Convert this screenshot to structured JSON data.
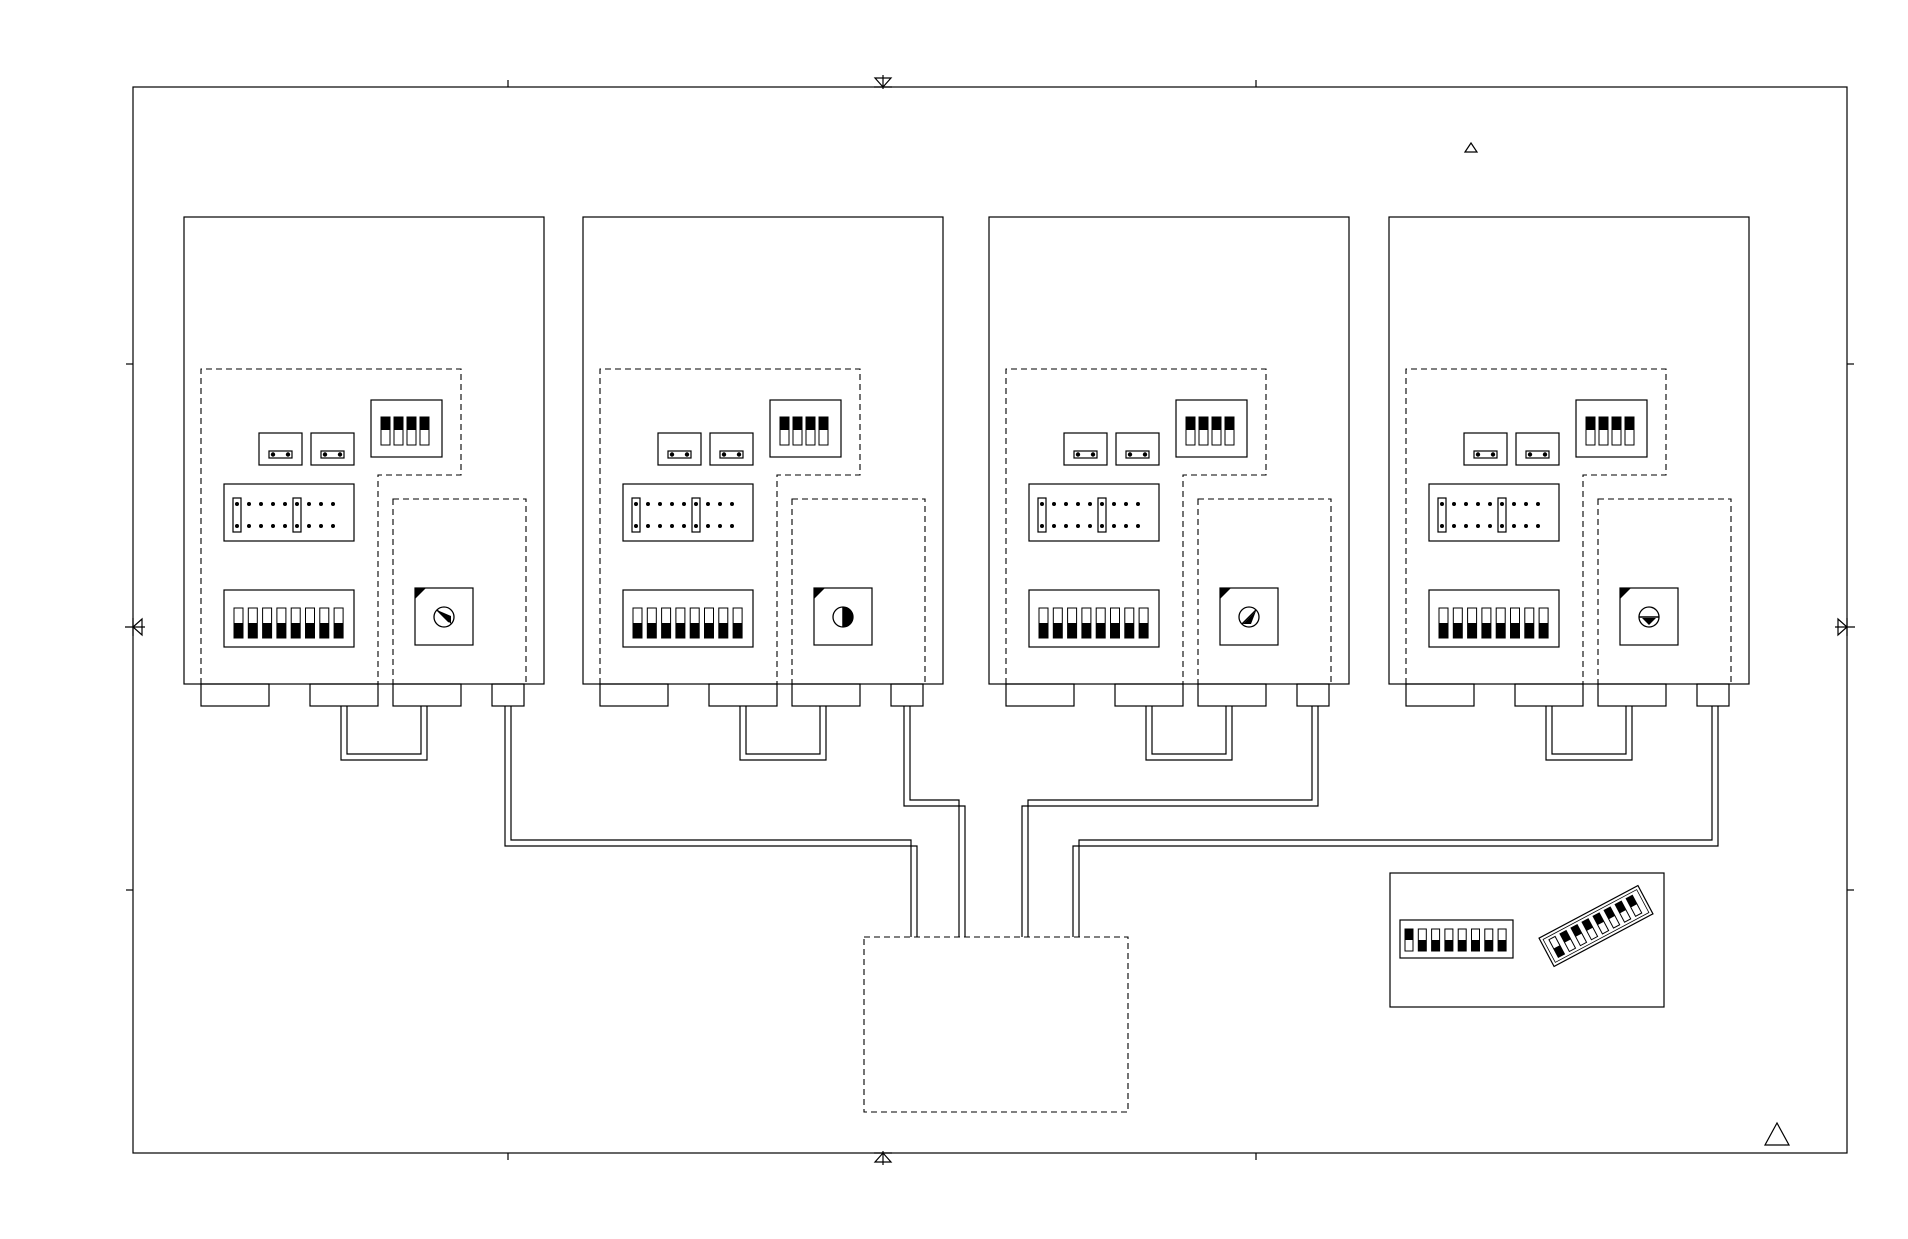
{
  "diagram": {
    "labels": [],
    "colors": {
      "line": "#000000",
      "fill": "#ffffff",
      "dark": "#000000"
    },
    "units": [
      {
        "dial": "arrow-diagonal"
      },
      {
        "dial": "half-right"
      },
      {
        "dial": "slash-up"
      },
      {
        "dial": "arrow-down"
      }
    ],
    "dip_reference": {
      "straight_switches": 8,
      "angled_switches": 8
    },
    "hub": {}
  }
}
